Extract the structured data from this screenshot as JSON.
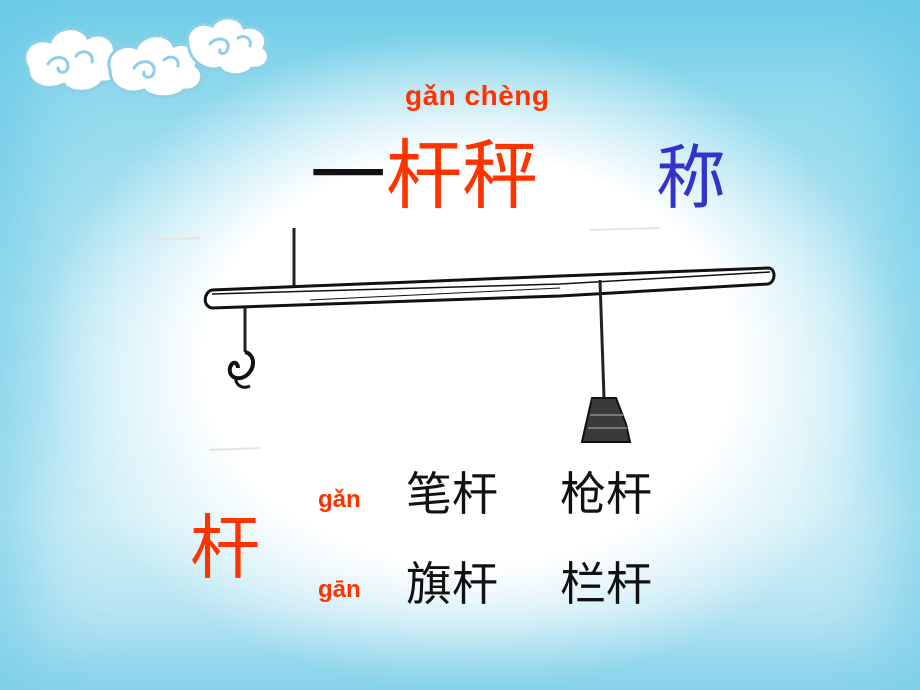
{
  "slide": {
    "background_colors": {
      "edge": "#7fd3ea",
      "center": "#ffffff"
    },
    "decoration": "clouds-decoration",
    "title_pinyin": "gǎn chèng",
    "title_prefix": "一",
    "title_highlight": "杆秤",
    "title_extra": "称",
    "accent_colors": {
      "red": "#ff3300",
      "blue": "#3333cc",
      "black": "#111111"
    },
    "image": "steelyard-scale-illustration",
    "character": "杆",
    "readings": [
      {
        "pinyin": "gǎn",
        "words": [
          "笔杆",
          "枪杆"
        ]
      },
      {
        "pinyin": "gān",
        "words": [
          "旗杆",
          "栏杆"
        ]
      }
    ]
  }
}
